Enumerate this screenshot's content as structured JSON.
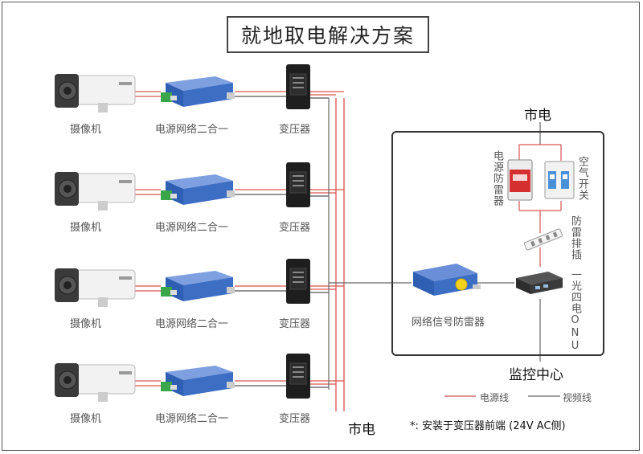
{
  "title": "就地取电解决方案",
  "rows": [
    {
      "camera": "摄像机",
      "combo": "电源网络二合一",
      "adapter": "变压器"
    },
    {
      "camera": "摄像机",
      "combo": "电源网络二合一",
      "adapter": "变压器"
    },
    {
      "camera": "摄像机",
      "combo": "电源网络二合一",
      "adapter": "变压器"
    },
    {
      "camera": "摄像机",
      "combo": "电源网络二合一",
      "adapter": "变压器"
    }
  ],
  "mains_top": "市电",
  "mains_bottom": "市电",
  "power_spd": "电源防雷器",
  "air_switch": "空气开关",
  "power_strip": "防雷排插",
  "onu": "一光四电ONU",
  "signal_spd": "网络信号防雷器",
  "monitor_center": "监控中心",
  "legend": {
    "power_line": "电源线",
    "video_line": "视频线"
  },
  "note": "*: 安装于变压器前端 (24V AC侧)",
  "colors": {
    "power": "#d9534f",
    "video": "#555555",
    "spd_blue": "#2f5fb3",
    "spd_green": "#3aa64a"
  }
}
